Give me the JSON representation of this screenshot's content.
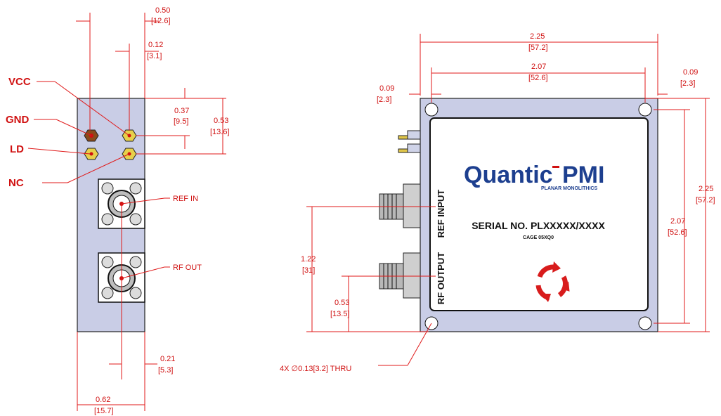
{
  "side_view": {
    "pins": {
      "vcc": "VCC",
      "gnd": "GND",
      "ld": "LD",
      "nc": "NC"
    },
    "connectors": {
      "ref_in": "REF IN",
      "rf_out": "RF OUT"
    },
    "dimensions": {
      "width_top": [
        "0.50",
        "[12.6]"
      ],
      "pin_offset": [
        "0.12",
        "[3.1]"
      ],
      "pin_row1": [
        "0.37",
        "[9.5]"
      ],
      "pin_row2": [
        "0.53",
        "[13.6]"
      ],
      "conn_offset": [
        "0.21",
        "[5.3]"
      ],
      "width_bottom": [
        "0.62",
        "[15.7]"
      ]
    }
  },
  "top_view": {
    "logo_main": "Quantic",
    "logo_pmi": "PMI",
    "logo_sub": "PLANAR MONOLITHICS",
    "serial": "SERIAL NO. PLXXXXX/XXXX",
    "cage": "CAGE 05XQ0",
    "port_labels": {
      "ref_input": "REF INPUT",
      "rf_output": "RF OUTPUT"
    },
    "dimensions": {
      "overall_width": [
        "2.25",
        "[57.2]"
      ],
      "hole_spacing_x": [
        "2.07",
        "[52.6]"
      ],
      "hole_offset_left": [
        "0.09",
        "[2.3]"
      ],
      "hole_offset_right": [
        "0.09",
        "[2.3]"
      ],
      "overall_height": [
        "2.25",
        "[57.2]"
      ],
      "hole_spacing_y": [
        "2.07",
        "[52.6]"
      ],
      "ref_height": [
        "1.22",
        "[31]"
      ],
      "rf_height": [
        "0.53",
        "[13.5]"
      ]
    },
    "hole_callout": "4X ∅0.13[3.2] THRU"
  },
  "colors": {
    "dimension": "#d01010",
    "body": "#c9cde6",
    "logo_blue": "#1d3f8f"
  }
}
